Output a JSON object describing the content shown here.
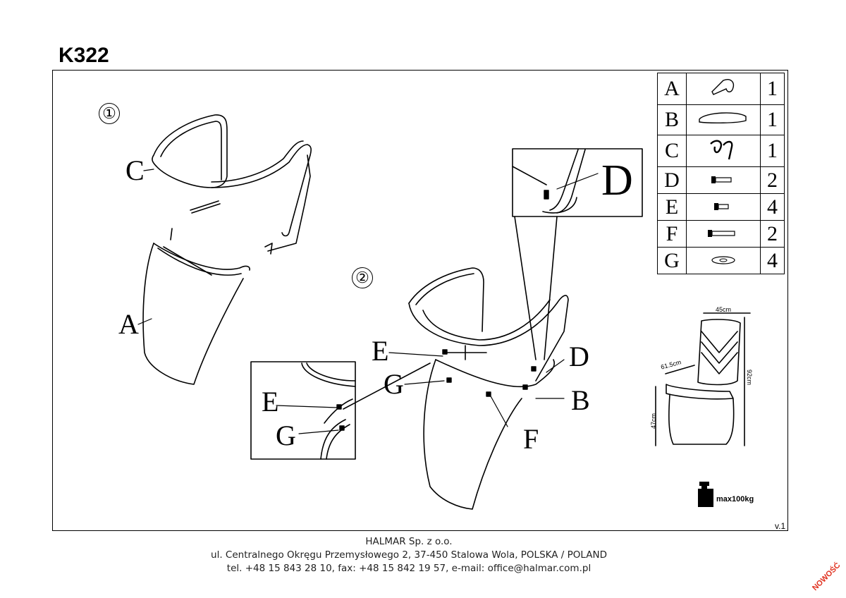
{
  "model": "K322",
  "parts": [
    {
      "label": "A",
      "icon": "backrest-icon",
      "qty": "1"
    },
    {
      "label": "B",
      "icon": "seat-icon",
      "qty": "1"
    },
    {
      "label": "C",
      "icon": "frame-icon",
      "qty": "1"
    },
    {
      "label": "D",
      "icon": "bolt-medium-icon",
      "qty": "2"
    },
    {
      "label": "E",
      "icon": "bolt-short-icon",
      "qty": "4"
    },
    {
      "label": "F",
      "icon": "bolt-long-icon",
      "qty": "2"
    },
    {
      "label": "G",
      "icon": "washer-icon",
      "qty": "4"
    }
  ],
  "steps": {
    "one": "①",
    "two": "②"
  },
  "callouts": {
    "a": "A",
    "b": "B",
    "c": "C",
    "d": "D",
    "e": "E",
    "f": "F",
    "g": "G"
  },
  "dimensions": {
    "width": "45cm",
    "depth": "61.5cm",
    "height": "92cm",
    "seat_height": "47cm"
  },
  "max_load": "max100kg",
  "version": "v.1",
  "footer": {
    "company": "HALMAR Sp. z o.o.",
    "address": "ul. Centralnego Okręgu Przemysłowego 2, 37-450 Stalowa Wola, POLSKA / POLAND",
    "contact": "tel. +48 15 843 28 10, fax: +48 15 842 19 57, e-mail: office@halmar.com.pl"
  },
  "badge": "NOWOŚĆ"
}
